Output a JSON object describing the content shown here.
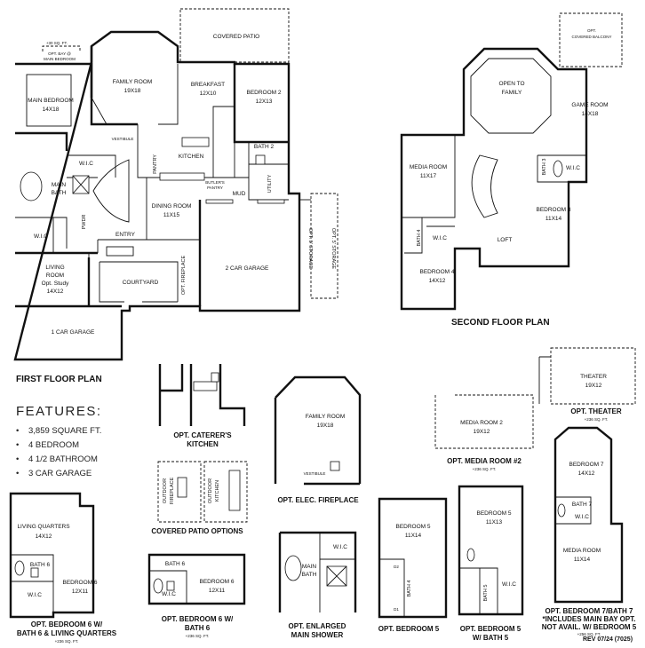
{
  "first_floor": {
    "title": "FIRST FLOOR PLAN",
    "rooms": {
      "covered_patio": "COVERED PATIO",
      "family_room": "FAMILY ROOM",
      "family_room_size": "19X18",
      "breakfast": "BREAKFAST",
      "breakfast_size": "12X10",
      "bedroom2": "BEDROOM 2",
      "bedroom2_size": "12X13",
      "main_bedroom": "MAIN BEDROOM",
      "main_bedroom_size": "14X18",
      "bay_note": "+30 SQ. FT.",
      "bay_opt": "OPT. BAY @",
      "bay_main": "MAIN BEDROOM",
      "vestibule": "VESTIBULE",
      "kitchen": "KITCHEN",
      "pantry": "PANTRY",
      "bath2": "BATH 2",
      "wic": "W.I.C",
      "main_bath": "MAIN",
      "main_bath2": "BATH",
      "powder": "PWDR",
      "butlers": "BUTLER'S",
      "butlers2": "PANTRY",
      "mud": "MUD",
      "utility": "UTILITY",
      "dining": "DINING ROOM",
      "dining_size": "11X15",
      "entry": "ENTRY",
      "living": "LIVING",
      "living2": "ROOM",
      "living_opt": "Opt. Study",
      "living_size": "14X12",
      "courtyard": "COURTYARD",
      "opt_fireplace": "OPT. FIREPLACE",
      "garage2": "2 CAR GARAGE",
      "opt_storage": "OPT. 5' STORAGE",
      "garage1": "1 CAR GARAGE"
    }
  },
  "second_floor": {
    "title": "SECOND FLOOR PLAN",
    "rooms": {
      "opt_balcony": "OPT.",
      "opt_balcony2": "COVERED BALCONY",
      "open_to": "OPEN TO",
      "open_to2": "FAMILY",
      "game_room": "GAME ROOM",
      "game_size": "14X18",
      "media_room": "MEDIA ROOM",
      "media_size": "11X17",
      "bath3": "BATH 3",
      "wic": "W.I.C",
      "bedroom3": "BEDROOM 3",
      "bedroom3_size": "11X14",
      "bath4": "BATH 4",
      "loft": "LOFT",
      "bedroom4": "BEDROOM 4",
      "bedroom4_size": "14X12"
    }
  },
  "features": {
    "title": "FEATURES:",
    "items": [
      "3,859 SQUARE FT.",
      "4 BEDROOM",
      "4 1/2 BATHROOM",
      "3 CAR GARAGE"
    ]
  },
  "options": {
    "caterers": {
      "line1": "OPT. CATERER'S",
      "line2": "KITCHEN"
    },
    "elec_fireplace": {
      "caption": "OPT. ELEC. FIREPLACE",
      "room": "FAMILY ROOM",
      "size": "19X18",
      "vestibule": "VESTIBULE"
    },
    "covered_patio": {
      "caption": "COVERED PATIO OPTIONS",
      "outdoor": "OUTDOOR",
      "fireplace": "FIREPLACE",
      "kitchen": "KITCHEN"
    },
    "media_room2": {
      "caption": "OPT. MEDIA ROOM #2",
      "sqft": "+236 SQ. FT.",
      "room": "MEDIA ROOM 2",
      "size": "19X12"
    },
    "theater": {
      "caption": "OPT. THEATER",
      "sqft": "+236 SQ. FT.",
      "room": "THEATER",
      "size": "19X12"
    },
    "bedroom6_living": {
      "line1": "OPT. BEDROOM 6 W/",
      "line2": "BATH 6 & LIVING QUARTERS",
      "sqft": "+236 SQ. FT.",
      "lq": "LIVING QUARTERS",
      "lq_size": "14X12",
      "bath": "BATH 6",
      "wic": "W.I.C",
      "bed": "BEDROOM 6",
      "bed_size": "12X11"
    },
    "bedroom6": {
      "line1": "OPT. BEDROOM 6 W/",
      "line2": "BATH 6",
      "sqft": "+236 SQ. FT.",
      "bath": "BATH 6",
      "wic": "W.I.C",
      "bed": "BEDROOM 6",
      "bed_size": "12X11"
    },
    "enlarged_shower": {
      "line1": "OPT. ENLARGED",
      "line2": "MAIN SHOWER",
      "wic": "W.I.C",
      "main": "MAIN",
      "bath": "BATH"
    },
    "bedroom5": {
      "caption": "OPT. BEDROOM 5",
      "room": "BEDROOM 5",
      "size": "11X14",
      "bath4": "BATH 4",
      "d2": "D2",
      "d1": "D1"
    },
    "bedroom5_bath": {
      "line1": "OPT. BEDROOM 5",
      "line2": "W/ BATH 5",
      "room": "BEDROOM 5",
      "size": "11X13",
      "bath": "BATH 5",
      "wic": "W.I.C"
    },
    "bedroom7": {
      "line1": "OPT. BEDROOM 7/BATH 7",
      "line2": "*INCLUDES MAIN BAY OPT.",
      "line3": "NOT AVAIL. W/ BEDROOM 5",
      "sqft": "+256 SQ. FT.",
      "bed": "BEDROOM 7",
      "bed_size": "14X12",
      "bath": "BATH 7",
      "wic": "W.I.C",
      "media": "MEDIA ROOM",
      "media_size": "11X14"
    }
  },
  "revision": "REV 07/24 (7025)"
}
